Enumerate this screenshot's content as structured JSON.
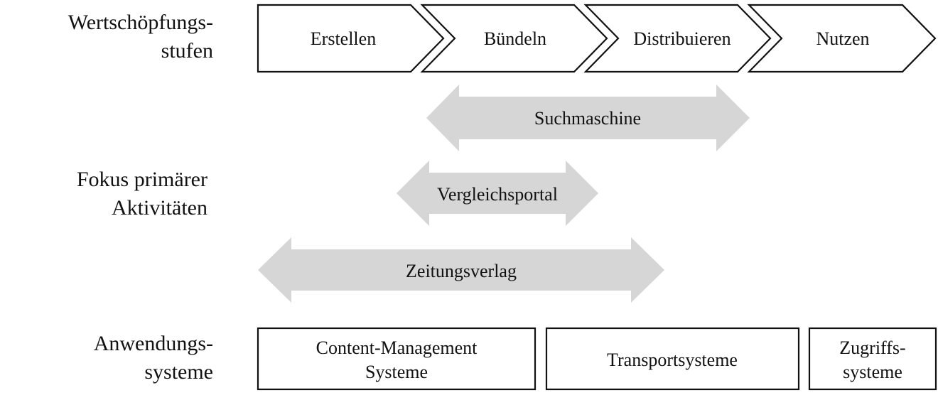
{
  "row_labels": {
    "stages": [
      "Wertschöpfungs-",
      "stufen"
    ],
    "focus": [
      "Fokus primärer",
      "Aktivitäten"
    ],
    "applications": [
      "Anwendungs-",
      "systeme"
    ]
  },
  "value_chain_steps": [
    "Erstellen",
    "Bündeln",
    "Distribuieren",
    "Nutzen"
  ],
  "activity_focus": [
    {
      "label": "Suchmaschine",
      "span": "Bündeln – Distribuieren"
    },
    {
      "label": "Vergleichsportal",
      "span": "Bündeln"
    },
    {
      "label": "Zeitungsverlag",
      "span": "Erstellen – Distribuieren"
    }
  ],
  "application_systems": [
    {
      "lines": [
        "Content-Management",
        "Systeme"
      ]
    },
    {
      "lines": [
        "Transportsysteme"
      ]
    },
    {
      "lines": [
        "Zugriffs-",
        "systeme"
      ]
    }
  ],
  "colors": {
    "arrow_fill": "#d6d6d6",
    "stroke": "#111111",
    "background": "#ffffff"
  }
}
